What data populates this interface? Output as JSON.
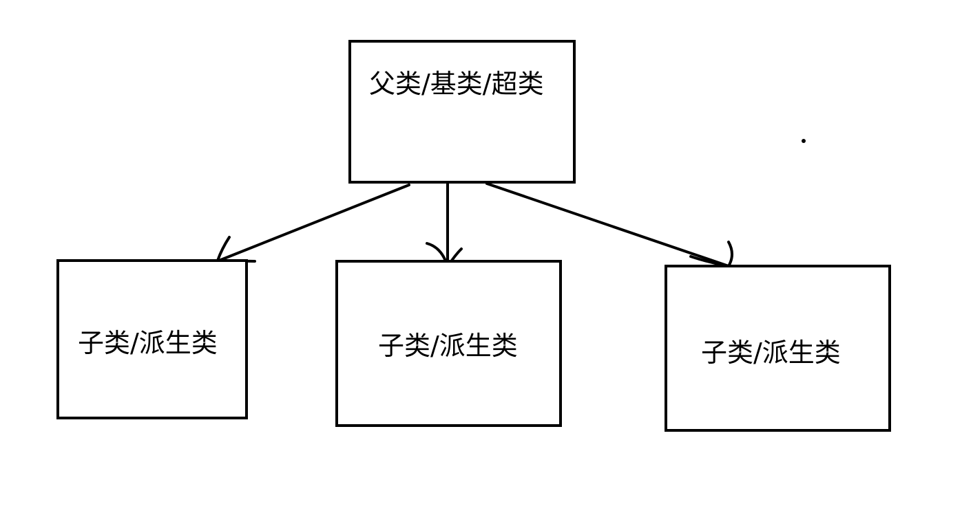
{
  "diagram": {
    "parent": {
      "label": "父类/基类/超类"
    },
    "children": [
      {
        "label": "子类/派生类"
      },
      {
        "label": "子类/派生类"
      },
      {
        "label": "子类/派生类"
      }
    ]
  },
  "colors": {
    "stroke": "#000000",
    "background": "#ffffff"
  }
}
